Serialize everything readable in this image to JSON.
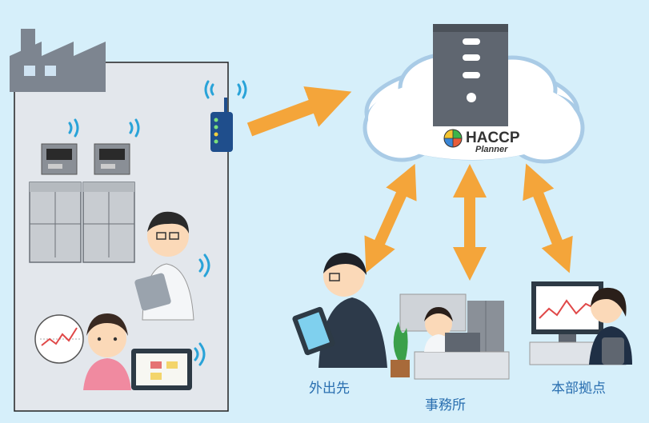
{
  "brand": {
    "line1": "HACCP",
    "line2": "Planner"
  },
  "locations": {
    "remote": "外出先",
    "office": "事務所",
    "headquarters": "本部拠点"
  },
  "colors": {
    "background": "#d6effa",
    "arrow": "#f4a53a",
    "cloud_fill": "#ffffff",
    "cloud_outline": "#a9cbe6",
    "factory_gray": "#7d8590",
    "label_blue": "#2a6fb0",
    "wifi_blue": "#29a3d8"
  }
}
